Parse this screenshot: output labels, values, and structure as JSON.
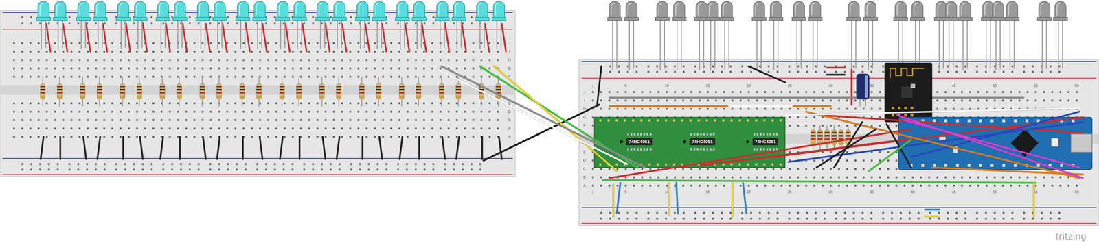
{
  "diagram": {
    "nodes": [
      {
        "text": [
          "74HC4051"
        ]
      },
      {
        "text": [
          "74HC4051"
        ]
      },
      {
        "text": [
          "74HC4051"
        ]
      }
    ],
    "labels": [
      "J",
      "I",
      "H",
      "G",
      "F",
      "E",
      "D",
      "C",
      "B",
      "A",
      "J",
      "I",
      "H",
      "G",
      "F",
      "E",
      "D",
      "C",
      "B",
      "A",
      "1",
      "5",
      "10",
      "15",
      "20",
      "25",
      "30",
      "35",
      "40",
      "45",
      "50",
      "55",
      "60",
      "1",
      "5",
      "10",
      "15",
      "20",
      "25",
      "30",
      "35",
      "40",
      "45",
      "50",
      "55",
      "60",
      "fritzing"
    ]
  }
}
